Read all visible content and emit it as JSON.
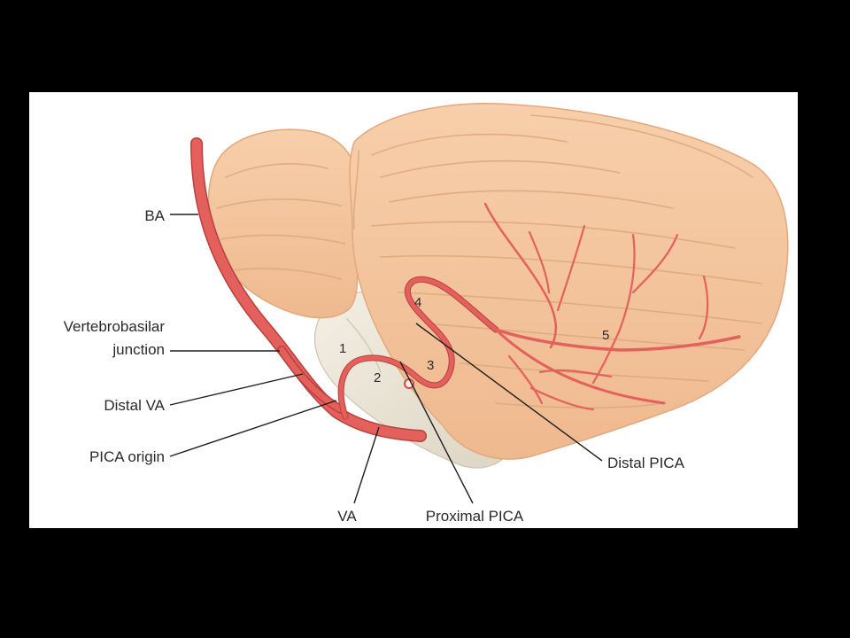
{
  "labels": {
    "ba": "BA",
    "vb_junction_line1": "Vertebrobasilar",
    "vb_junction_line2": "junction",
    "distal_va": "Distal VA",
    "pica_origin": "PICA origin",
    "va": "VA",
    "proximal_pica": "Proximal PICA",
    "distal_pica": "Distal PICA"
  },
  "segments": [
    "1",
    "2",
    "3",
    "4",
    "5"
  ],
  "colors": {
    "background": "#000000",
    "panel": "#ffffff",
    "cerebellum": "#f5c79f",
    "brainstem": "#ece6d8",
    "artery": "#e4605d"
  }
}
